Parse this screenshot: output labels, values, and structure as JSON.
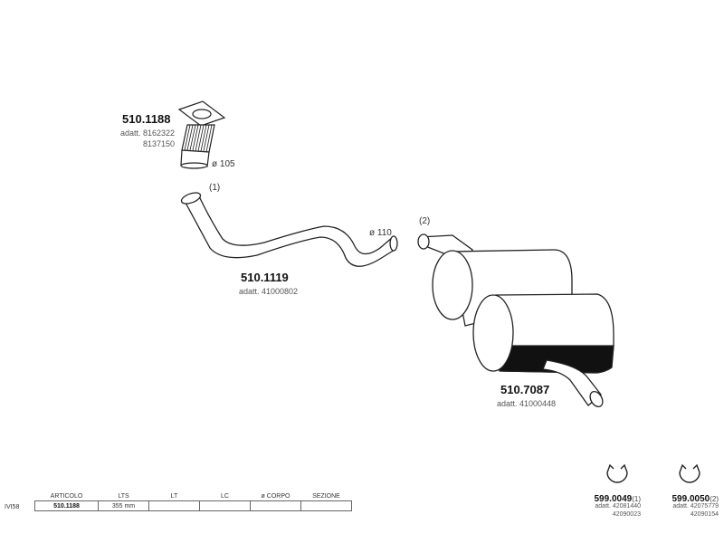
{
  "parts": {
    "flex_pipe": {
      "number": "510.1188",
      "adatt_1": "adatt. 8162322",
      "adatt_2": "8137150",
      "diameter": "ø 105"
    },
    "front_pipe": {
      "number": "510.1119",
      "adatt": "adatt. 41000802",
      "diameter": "ø 110",
      "note": "(1)"
    },
    "silencer": {
      "number": "510.7087",
      "adatt": "adatt. 41000448",
      "note": "(2)"
    }
  },
  "clamps": [
    {
      "number": "599.0049",
      "suffix": "(1)",
      "adatt_1": "adatt. 42081440",
      "adatt_2": "42090023"
    },
    {
      "number": "599.0050",
      "suffix": "(2)",
      "adatt_1": "adatt. 42075779",
      "adatt_2": "42090154"
    }
  ],
  "table": {
    "row_code": "IVI58",
    "headers": [
      "ARTICOLO",
      "LTS",
      "LT",
      "LC",
      "ø CORPO",
      "SEZIONE"
    ],
    "row": [
      "510.1188",
      "355 mm",
      "",
      "",
      "",
      ""
    ]
  },
  "colors": {
    "line": "#222222",
    "fill_dark": "#111111",
    "paper": "#ffffff"
  }
}
